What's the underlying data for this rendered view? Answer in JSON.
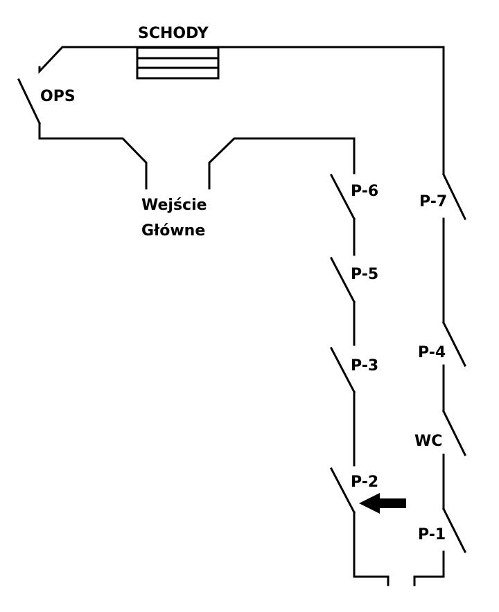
{
  "plan": {
    "labels": {
      "stairs": "SCHODY",
      "ops": "OPS",
      "entrance_line1": "Wejście",
      "entrance_line2": "Główne",
      "p6": "P-6",
      "p5": "P-5",
      "p3": "P-3",
      "p2": "P-2",
      "p7": "P-7",
      "p4": "P-4",
      "wc": "WC",
      "p1": "P-1"
    },
    "colors": {
      "line": "#000000",
      "background": "#ffffff"
    },
    "icons": {
      "stairs": "stairs-icon",
      "arrow": "arrow-left-icon"
    }
  }
}
